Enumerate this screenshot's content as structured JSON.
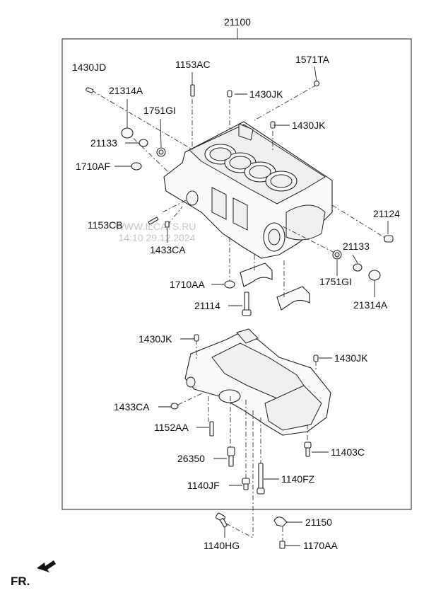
{
  "title_part": "21100",
  "direction_label": "FR.",
  "watermark": {
    "site": "WWW.ILCATS.RU",
    "timestamp": "14:10 29.12.2024"
  },
  "callouts": {
    "p1430JD": "1430JD",
    "p1153AC": "1153AC",
    "p1571TA": "1571TA",
    "p21314A_top": "21314A",
    "p1430JK_1": "1430JK",
    "p1751GI_top": "1751GI",
    "p1430JK_2": "1430JK",
    "p21133_top": "21133",
    "p1710AF": "1710AF",
    "p21124": "21124",
    "p1153CB": "1153CB",
    "p1433CA_top": "1433CA",
    "p21133_right": "21133",
    "p1710AA": "1710AA",
    "p1751GI_right": "1751GI",
    "p21114": "21114",
    "p21314A_right": "21314A",
    "p1430JK_3": "1430JK",
    "p1430JK_4": "1430JK",
    "p1433CA_bottom": "1433CA",
    "p1152AA": "1152AA",
    "p26350": "26350",
    "p11403C": "11403C",
    "p1140JF": "1140JF",
    "p1140FZ": "1140FZ",
    "p21150": "21150",
    "p1140HG": "1140HG",
    "p1170AA": "1170AA"
  }
}
